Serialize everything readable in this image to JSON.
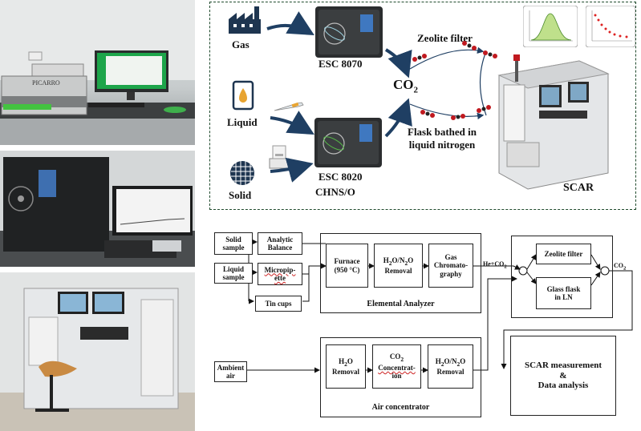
{
  "top_panel": {
    "sources": [
      "Gas",
      "Liquid",
      "Solid"
    ],
    "instruments": [
      "ESC 8070",
      "ESC 8020",
      "CHNS/O"
    ],
    "co2": "CO",
    "co2_sub": "2",
    "zeolite": "Zeolite filter",
    "flask": [
      "Flask bathed in",
      "liquid nitrogen"
    ],
    "scar": "SCAR"
  },
  "photos": {
    "picarro_brand": "PICARRO"
  },
  "flow": {
    "solid_sample": [
      "Solid",
      "sample"
    ],
    "liquid_sample": [
      "Liquid",
      "sample"
    ],
    "analytic_balance": [
      "Analytic",
      "Balance"
    ],
    "micropipette": [
      "Micropip-",
      "ette"
    ],
    "tin_cups": "Tin cups",
    "furnace": [
      "Furnace",
      "(950 °C)"
    ],
    "h2o_n2o_removal_ea": [
      "H",
      "2",
      "O/N",
      "2",
      "O",
      "Removal"
    ],
    "gas_chrom": [
      "Gas",
      "Chromato-",
      "graphy"
    ],
    "elemental_analyzer": "Elemental Analyzer",
    "he_co2": [
      "He+CO",
      "2"
    ],
    "zeolite_filter": "Zeolite filter",
    "glass_flask": [
      "Glass flask",
      "in LN"
    ],
    "co2_out": [
      "CO",
      "2"
    ],
    "ambient_air": [
      "Ambient",
      "air"
    ],
    "h2o_removal": [
      "H",
      "2",
      "O",
      "Removal"
    ],
    "co2_concentration": [
      "CO",
      "2",
      "Concentrat-",
      "ion"
    ],
    "h2o_n2o_removal_ac": [
      "H",
      "2",
      "O/N",
      "2",
      "O",
      "Removal"
    ],
    "air_concentrator": "Air concentrator",
    "scar_measure": [
      "SCAR measurement",
      "&",
      "Data analysis"
    ]
  },
  "colors": {
    "dashed_border": "#1f4a2c",
    "arrow_blue": "#1f3f63",
    "molecule_red": "#c0191f",
    "molecule_dark": "#222222"
  }
}
